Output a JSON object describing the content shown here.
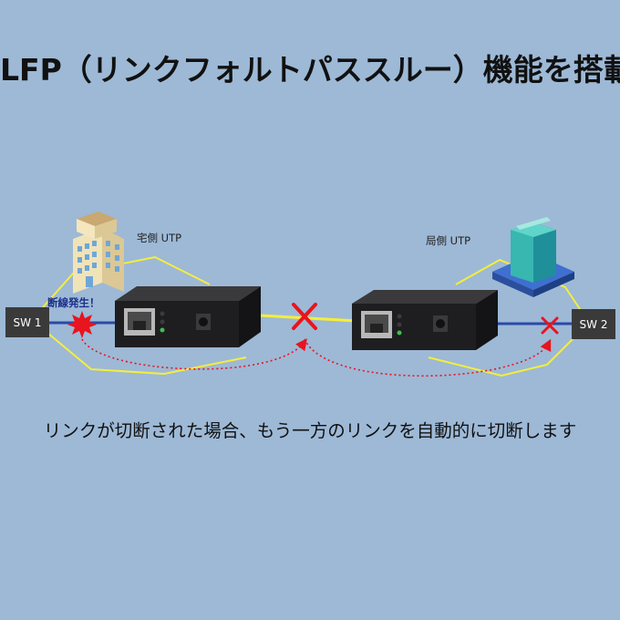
{
  "title": "LFP（リンクフォルトパススルー）機能を搭載",
  "labels": {
    "home_utp": "宅側 UTP",
    "office_utp": "局側 UTP",
    "break_alert": "断線発生！",
    "sw1": "SW 1",
    "sw2": "SW 2"
  },
  "caption": "リンクが切断された場合、もう一方のリンクを自動的に切断します",
  "colors": {
    "background": "#9db9d6",
    "utp_cable": "#f5ee3a",
    "link_line": "#2a4aa8",
    "cross_mark": "#e8141e",
    "dotted_arrow": "#e8141e",
    "device_body": "#1e1e20",
    "switch_box": "#3a3a3a"
  },
  "icons": [
    "building-icon",
    "office-tower-icon",
    "media-converter-icon",
    "break-starburst-icon",
    "cross-icon"
  ]
}
